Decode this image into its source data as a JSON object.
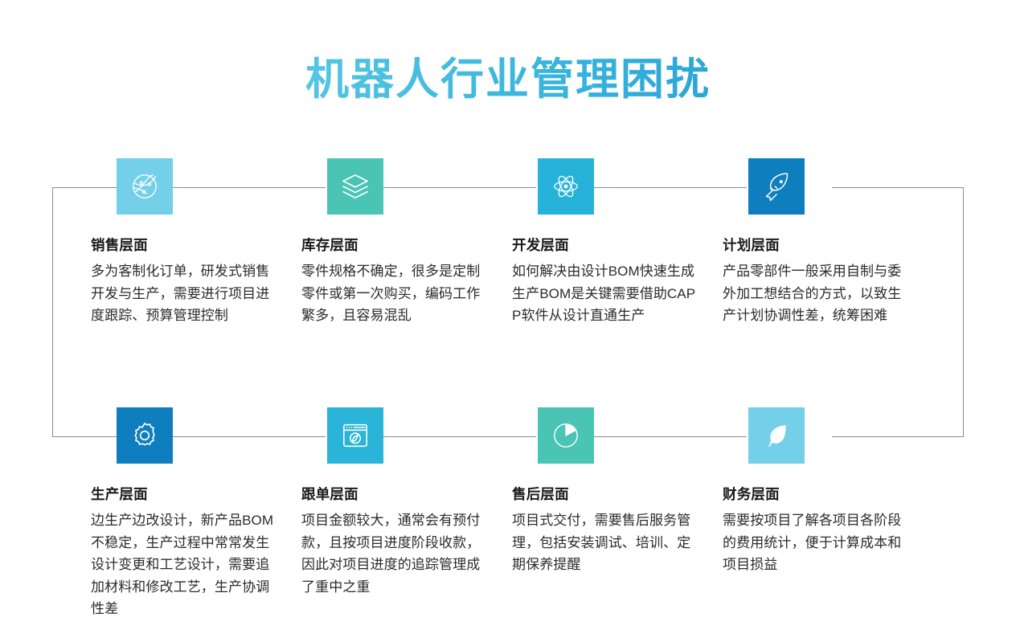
{
  "header": {
    "title": "机器人行业管理困扰",
    "title_gradient_from": "#74d4e6",
    "title_gradient_to": "#1386cb"
  },
  "theme": {
    "background": "#ffffff",
    "connector_line": "#8c8c8c",
    "title_text": "#1a1a1a",
    "body_text": "#2b2b2b"
  },
  "cards": [
    {
      "title": "销售层面",
      "desc": "多为客制化订单，研发式销售开发与生产，需要进行项目进度跟踪、预算管理控制",
      "icon": "globe-network-icon",
      "color": "#74cfe8",
      "row": 1,
      "column": 1
    },
    {
      "title": "库存层面",
      "desc": "零件规格不确定，很多是定制零件或第一次购买，编码工作繁多，且容易混乱",
      "icon": "layers-stack-icon",
      "color": "#4ac4b4",
      "row": 1,
      "column": 2
    },
    {
      "title": "开发层面",
      "desc": "如何解决由设计BOM快速生成生产BOM是关键需要借助CAPP软件从设计直通生产",
      "icon": "atom-icon",
      "color": "#26b2d9",
      "row": 1,
      "column": 3
    },
    {
      "title": "计划层面",
      "desc": "产品零部件一般采用自制与委外加工想结合的方式，以致生产计划协调性差，统筹困难",
      "icon": "rocket-icon",
      "color": "#0e7ebe",
      "row": 1,
      "column": 4
    },
    {
      "title": "生产层面",
      "desc": "边生产边改设计，新产品BOM不稳定，生产过程中常常发生设计变更和工艺设计，需要追加材料和修改工艺，生产协调性差",
      "icon": "gear-icon",
      "color": "#0e7ebe",
      "row": 2,
      "column": 1
    },
    {
      "title": "跟单层面",
      "desc": "项目金额较大，通常会有预付款，且按项目进度阶段收款，因此对项目进度的追踪管理成了重中之重",
      "icon": "browser-compass-icon",
      "color": "#29b4d8",
      "row": 2,
      "column": 2
    },
    {
      "title": "售后层面",
      "desc": "项目式交付，需要售后服务管理，包括安装调试、培训、定期保养提醒",
      "icon": "pie-chart-icon",
      "color": "#4ac4b4",
      "row": 2,
      "column": 3
    },
    {
      "title": "财务层面",
      "desc": "需要按项目了解各项目各阶段的费用统计，便于计算成本和项目损益",
      "icon": "feather-icon",
      "color": "#74cfe8",
      "row": 2,
      "column": 4
    }
  ]
}
